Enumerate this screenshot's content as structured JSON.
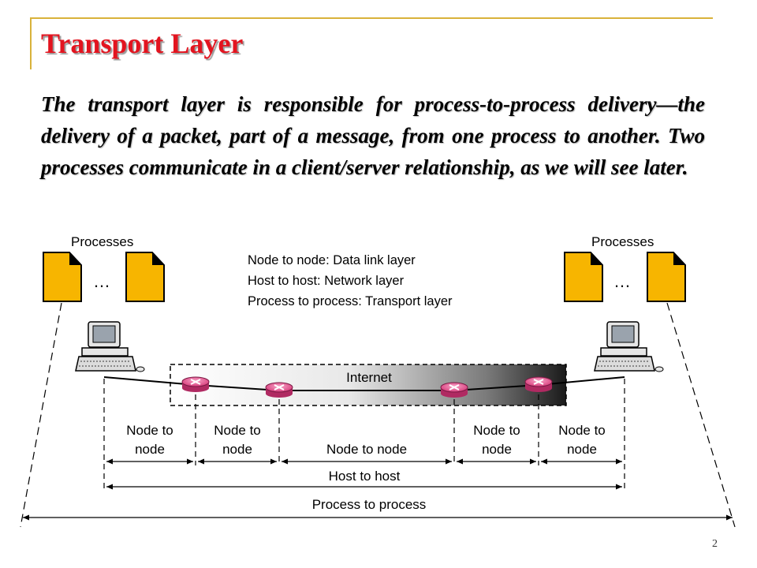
{
  "slide": {
    "title": "Transport Layer",
    "body": "The transport layer is responsible for process-to-process delivery—the delivery of a packet, part of a message, from one process to another. Two processes communicate in a client/server relationship, as we will see later.",
    "page_number": "2"
  },
  "diagram": {
    "left_processes_label": "Processes",
    "right_processes_label": "Processes",
    "ellipsis": "…",
    "legend": [
      "Node to node: Data link layer",
      "Host to host: Network layer",
      "Process to process: Transport layer"
    ],
    "internet_label": "Internet",
    "segments": [
      {
        "line1": "Node to",
        "line2": "node"
      },
      {
        "line1": "Node to",
        "line2": "node"
      },
      {
        "line1": "Node to node",
        "line2": ""
      },
      {
        "line1": "Node to",
        "line2": "node"
      },
      {
        "line1": "Node to",
        "line2": "node"
      }
    ],
    "host_to_host": "Host to host",
    "process_to_process": "Process to process",
    "colors": {
      "title": "#e3141f",
      "frame": "#d9b23a",
      "file_icon": "#f7b500",
      "router": "#e0508a"
    }
  }
}
